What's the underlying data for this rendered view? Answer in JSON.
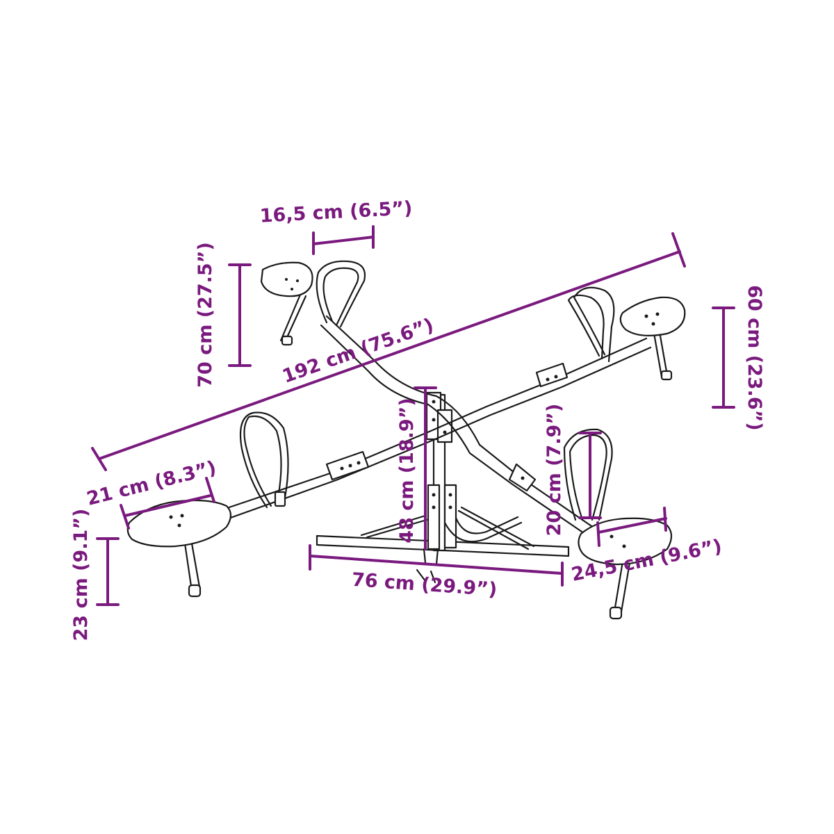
{
  "colors": {
    "dimension": "#7a1a7e",
    "line_art": "#1a1a1a",
    "background": "#ffffff"
  },
  "dimensions": {
    "handle_width": "16,5 cm (6.5”)",
    "beam_length": "192 cm (75.6”)",
    "seat_height_left": "70 cm (27.5”)",
    "seat_height_right": "60 cm (23.6”)",
    "seat_width_left": "21 cm (8.3”)",
    "pivot_height": "48 cm (18.9”)",
    "handle_height": "20 cm (7.9”)",
    "seat_width_right": "24,5 cm (9.6”)",
    "leg_height": "23 cm (9.1”)",
    "base_width": "76 cm (29.9”)"
  }
}
